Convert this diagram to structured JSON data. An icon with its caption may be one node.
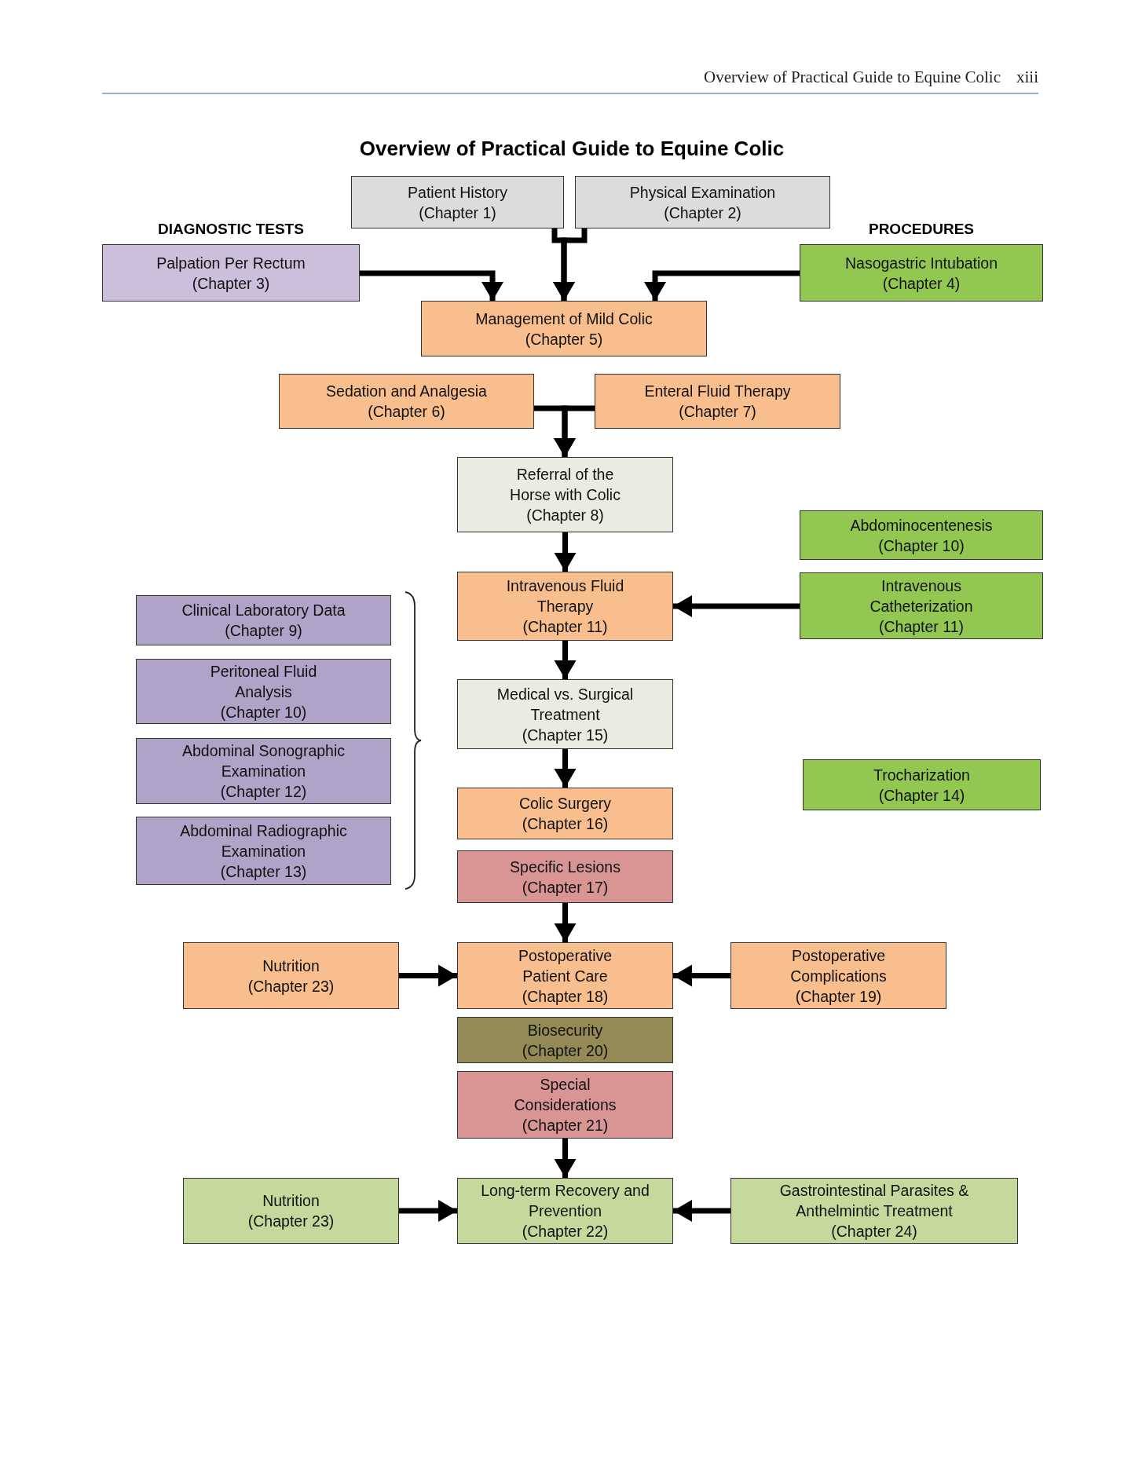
{
  "diagram": {
    "title": "Overview of Practical Guide to Equine Colic",
    "nodes": [
      {
        "text": [
          "Patient History",
          "(Chapter 1)"
        ]
      },
      {
        "text": [
          "Physical Examination",
          "(Chapter 2)"
        ]
      },
      {
        "text": [
          "Palpation Per Rectum",
          "(Chapter 3)"
        ]
      },
      {
        "text": [
          "Nasogastric Intubation",
          "(Chapter 4)"
        ]
      },
      {
        "text": [
          "Management of Mild Colic",
          "(Chapter 5)"
        ]
      },
      {
        "text": [
          "Sedation and Analgesia",
          "(Chapter 6)"
        ]
      },
      {
        "text": [
          "Enteral Fluid Therapy",
          "(Chapter 7)"
        ]
      },
      {
        "text": [
          "Referral of the Horse with Colic",
          "(Chapter 8)"
        ]
      },
      {
        "text": [
          "Abdominocentenesis",
          "(Chapter 10)"
        ]
      },
      {
        "text": [
          "Intravenous Fluid Therapy",
          "(Chapter 11)"
        ]
      },
      {
        "text": [
          "Intravenous Catheterization",
          "(Chapter 11)"
        ]
      },
      {
        "text": [
          "Clinical Laboratory Data",
          "(Chapter 9)"
        ]
      },
      {
        "text": [
          "Peritoneal Fluid Analysis",
          "(Chapter 10)"
        ]
      },
      {
        "text": [
          "Abdominal Sonographic Examination",
          "(Chapter 12)"
        ]
      },
      {
        "text": [
          "Abdominal Radiographic Examination",
          "(Chapter 13)"
        ]
      },
      {
        "text": [
          "Medical vs. Surgical Treatment",
          "(Chapter 15)"
        ]
      },
      {
        "text": [
          "Trocharization",
          "(Chapter 14)"
        ]
      },
      {
        "text": [
          "Colic Surgery",
          "(Chapter 16)"
        ]
      },
      {
        "text": [
          "Specific Lesions",
          "(Chapter 17)"
        ]
      },
      {
        "text": [
          "Nutrition",
          "(Chapter 23)"
        ]
      },
      {
        "text": [
          "Postoperative Patient Care",
          "(Chapter 18)"
        ]
      },
      {
        "text": [
          "Postoperative Complications",
          "(Chapter 19)"
        ]
      },
      {
        "text": [
          "Biosecurity",
          "(Chapter 20)"
        ]
      },
      {
        "text": [
          "Special Considerations",
          "(Chapter 21)"
        ]
      },
      {
        "text": [
          "Nutrition",
          "(Chapter 23)"
        ]
      },
      {
        "text": [
          "Long-term Recovery and Prevention",
          "(Chapter 22)"
        ]
      },
      {
        "text": [
          "Gastrointestinal Parasites & Anthelmintic Treatment",
          "(Chapter 24)"
        ]
      }
    ],
    "edges": [
      {
        "from": 0,
        "to": 4,
        "arrow": "to"
      },
      {
        "from": 1,
        "to": 4,
        "arrow": "to"
      },
      {
        "from": 2,
        "to": 4,
        "arrow": "to"
      },
      {
        "from": 3,
        "to": 4,
        "arrow": "to"
      },
      {
        "from": 5,
        "to": 7,
        "arrow": "to"
      },
      {
        "from": 6,
        "to": 7,
        "arrow": "to"
      },
      {
        "from": 7,
        "to": 9,
        "arrow": "to"
      },
      {
        "from": 10,
        "to": 9,
        "arrow": "to"
      },
      {
        "from": 9,
        "to": 15,
        "arrow": "to"
      },
      {
        "from": 15,
        "to": 17,
        "arrow": "to"
      },
      {
        "from": 18,
        "to": 20,
        "arrow": "to"
      },
      {
        "from": 19,
        "to": 20,
        "arrow": "to"
      },
      {
        "from": 21,
        "to": 20,
        "arrow": "to"
      },
      {
        "from": 23,
        "to": 25,
        "arrow": "to"
      },
      {
        "from": 24,
        "to": 25,
        "arrow": "to"
      },
      {
        "from": 26,
        "to": 25,
        "arrow": "to"
      }
    ],
    "labels": [
      "Overview of Practical Guide to Equine Colic",
      "xiii",
      "DIAGNOSTIC TESTS",
      "PROCEDURES"
    ]
  }
}
